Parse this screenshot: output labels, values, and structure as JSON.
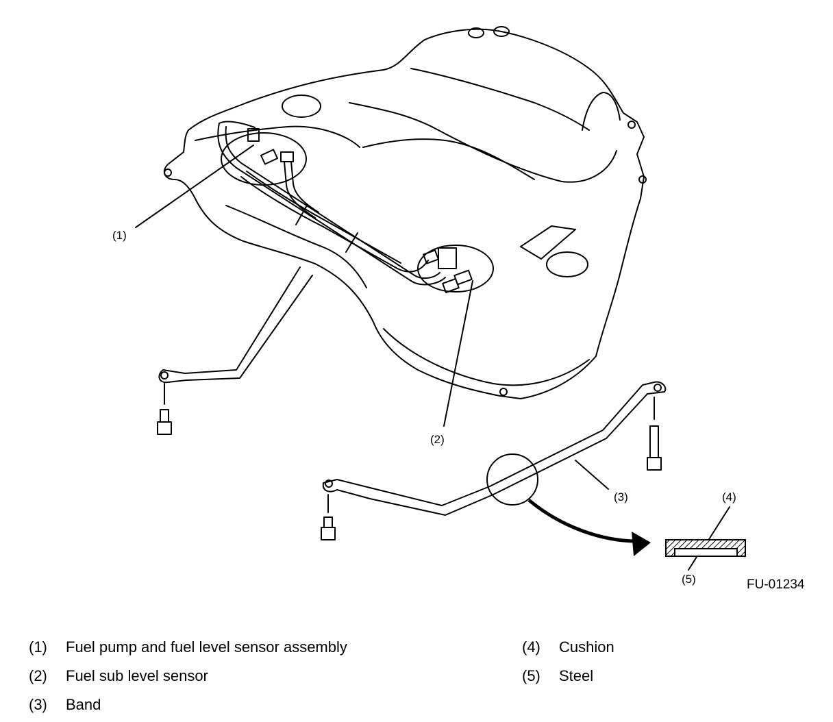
{
  "figure": {
    "id": "FU-01234",
    "callouts": [
      {
        "num": "(1)"
      },
      {
        "num": "(2)"
      },
      {
        "num": "(3)"
      },
      {
        "num": "(4)"
      },
      {
        "num": "(5)"
      }
    ]
  },
  "legend": {
    "left": [
      {
        "num": "(1)",
        "text": "Fuel pump and fuel level sensor assembly"
      },
      {
        "num": "(2)",
        "text": "Fuel sub level sensor"
      },
      {
        "num": "(3)",
        "text": "Band"
      }
    ],
    "right": [
      {
        "num": "(4)",
        "text": "Cushion"
      },
      {
        "num": "(5)",
        "text": "Steel"
      }
    ]
  }
}
